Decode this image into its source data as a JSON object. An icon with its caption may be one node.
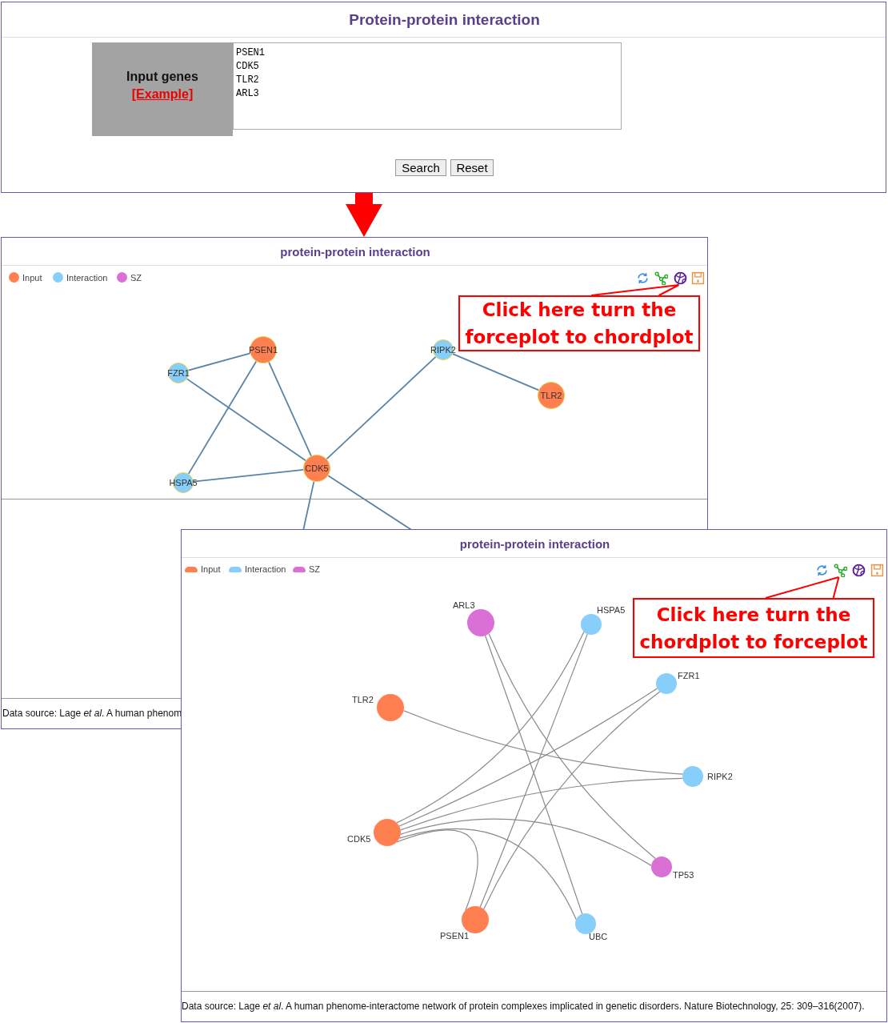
{
  "diagram": {
    "nodes": [
      {
        "text": [
          "Protein-protein interaction"
        ]
      },
      {
        "text": [
          "Input genes",
          "[Example]"
        ],
        "in": 0
      },
      {
        "text": [
          "PSEN1 CDK5 TLR2 ARL3"
        ],
        "in": 0
      },
      {
        "text": [
          "Search"
        ],
        "in": 0
      },
      {
        "text": [
          "Reset"
        ],
        "in": 0
      },
      {
        "text": [
          "protein-protein interaction"
        ]
      },
      {
        "text": [
          "PSEN1"
        ],
        "in": 5
      },
      {
        "text": [
          "FZR1"
        ],
        "in": 5
      },
      {
        "text": [
          "RIPK2"
        ],
        "in": 5
      },
      {
        "text": [
          "TLR2"
        ],
        "in": 5
      },
      {
        "text": [
          "HSPA5"
        ],
        "in": 5
      },
      {
        "text": [
          "CDK5"
        ],
        "in": 5
      },
      {
        "text": [
          "Click here turn the forceplot to chordplot"
        ],
        "in": 5
      },
      {
        "text": [],
        "shape": "picture",
        "in": 5
      },
      {
        "text": [
          "protein-protein interaction",
          "Data source: Lage *et al*. A human phenome-interactome network of protein complexes implicated in genetic disorders. Nature Biotechnology, 25: 309–316(2007)."
        ]
      },
      {
        "text": [
          "ARL3"
        ],
        "in": 14
      },
      {
        "text": [
          "HSPA5"
        ],
        "in": 14
      },
      {
        "text": [
          "FZR1"
        ],
        "in": 14
      },
      {
        "text": [
          "TLR2"
        ],
        "in": 14
      },
      {
        "text": [
          "RIPK2"
        ],
        "in": 14
      },
      {
        "text": [
          "CDK5"
        ],
        "in": 14
      },
      {
        "text": [
          "TP53"
        ],
        "in": 14
      },
      {
        "text": [
          "PSEN1"
        ],
        "in": 14
      },
      {
        "text": [
          "UBC"
        ],
        "in": 14
      },
      {
        "text": [
          "Click here turn the chordplot to forceplot"
        ],
        "in": 14
      },
      {
        "text": [],
        "shape": "picture",
        "in": 14
      }
    ],
    "edges": [
      {
        "from": 0,
        "to": 5,
        "arrow": "to",
        "style": "thick",
        "color": "#ff0000"
      },
      {
        "from": 6,
        "to": 7,
        "arrow": "none",
        "color": "#5a84a6"
      },
      {
        "from": 6,
        "to": 10,
        "arrow": "none",
        "color": "#5a84a6"
      },
      {
        "from": 6,
        "to": 11,
        "arrow": "none",
        "color": "#5a84a6"
      },
      {
        "from": 7,
        "to": 11,
        "arrow": "none",
        "color": "#5a84a6"
      },
      {
        "from": 10,
        "to": 11,
        "arrow": "none",
        "color": "#5a84a6"
      },
      {
        "from": 11,
        "to": 8,
        "arrow": "none",
        "color": "#5a84a6"
      },
      {
        "from": 8,
        "to": 9,
        "arrow": "none",
        "color": "#5a84a6"
      },
      {
        "from": 11,
        "to": null,
        "arrow": "none",
        "color": "#5a84a6"
      },
      {
        "from": 11,
        "to": null,
        "arrow": "none",
        "color": "#5a84a6"
      },
      {
        "from": 12,
        "to": 13,
        "arrow": "none",
        "color": "#ff0000"
      },
      {
        "from": 15,
        "to": 23,
        "arrow": "none"
      },
      {
        "from": 15,
        "to": 21,
        "arrow": "none"
      },
      {
        "from": 16,
        "to": 20,
        "arrow": "none"
      },
      {
        "from": 16,
        "to": 22,
        "arrow": "none"
      },
      {
        "from": 17,
        "to": 20,
        "arrow": "none"
      },
      {
        "from": 17,
        "to": 22,
        "arrow": "none"
      },
      {
        "from": 18,
        "to": 19,
        "arrow": "none"
      },
      {
        "from": 19,
        "to": 20,
        "arrow": "none"
      },
      {
        "from": 20,
        "to": 22,
        "arrow": "none"
      },
      {
        "from": 20,
        "to": 23,
        "arrow": "none"
      },
      {
        "from": 20,
        "to": 21,
        "arrow": "none"
      },
      {
        "from": 24,
        "to": 25,
        "arrow": "none",
        "color": "#ff0000"
      }
    ],
    "labels": [
      "Data source: Lage *et al*. A human phenom"
    ],
    "legend": [
      {
        "text": "Input",
        "color": "#ff7f50"
      },
      {
        "text": "Interaction",
        "color": "#87cefa"
      },
      {
        "text": "SZ",
        "color": "#da70d6"
      },
      {
        "text": "Input",
        "color": "#ff7f50"
      },
      {
        "text": "Interaction",
        "color": "#87cefa"
      },
      {
        "text": "SZ",
        "color": "#da70d6"
      }
    ]
  }
}
